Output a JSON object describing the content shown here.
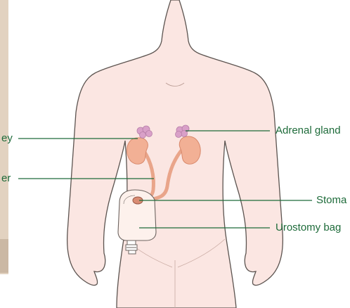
{
  "labels": {
    "kidney": "ey",
    "ureter": "er",
    "adrenal_gland": "Adrenal gland",
    "stoma": "Stoma",
    "urostomy_bag": "Urostomy bag"
  },
  "colors": {
    "skin": "#fbe6e2",
    "outline": "#5c5450",
    "kidney": "#f2b095",
    "adrenal": "#d9a0c8",
    "leader": "#1e6b3a",
    "bag": "#fdf1ec"
  }
}
